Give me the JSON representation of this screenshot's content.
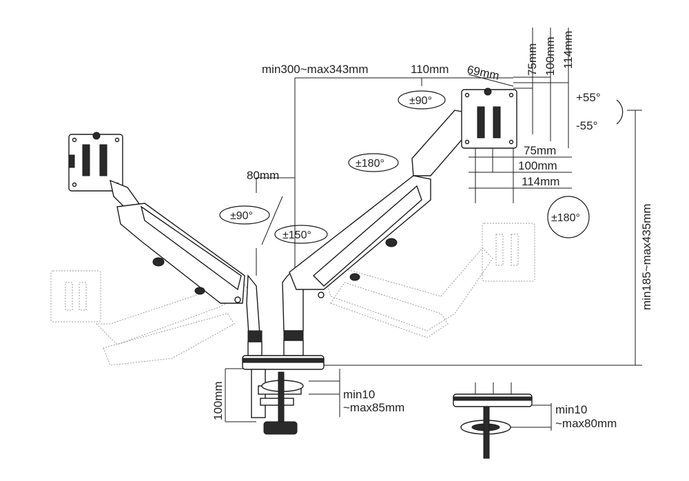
{
  "labels": {
    "arm_reach": "min300~max343mm",
    "width_110": "110mm",
    "depth_69": "69mm",
    "vesa_75_v": "75mm",
    "vesa_100_v": "100mm",
    "vesa_114_v": "114mm",
    "vesa_75_h": "75mm",
    "vesa_100_h": "100mm",
    "vesa_114_h": "114mm",
    "tilt_up": "+55°",
    "tilt_down": "-55°",
    "swivel_90_top": "±90°",
    "rotate_180_arm": "±180°",
    "offset_80": "80mm",
    "swivel_90_left": "±90°",
    "rotate_150": "±150°",
    "rotate_180_right": "±180°",
    "height_range": "min185~max435mm",
    "clamp_height": "100mm",
    "clamp_min": "min10",
    "clamp_max": "~max85mm",
    "grommet_min": "min10",
    "grommet_max": "~max80mm"
  }
}
